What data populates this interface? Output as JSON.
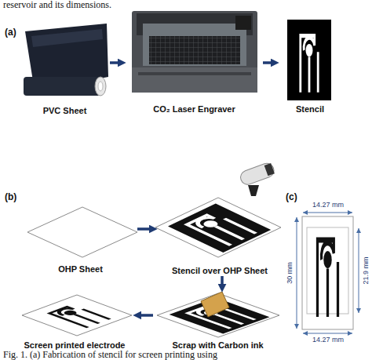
{
  "diagram": {
    "caption": "Fig. 1. (a) Fabrication of stencil for screen printing using",
    "nodes": [
      {
        "text": [
          "PVC Sheet"
        ]
      },
      {
        "text": [
          "CO₂ Laser Engraver"
        ]
      },
      {
        "text": [
          "Stencil"
        ]
      },
      {
        "text": [
          "OHP Sheet"
        ]
      },
      {
        "text": [
          "Stencil over OHP Sheet"
        ]
      },
      {
        "text": [
          "Scrap with Carbon ink"
        ]
      },
      {
        "text": [
          "Screen printed electrode"
        ]
      }
    ],
    "edges": [
      {
        "from": 0,
        "to": 1,
        "arrow": "to"
      },
      {
        "from": 1,
        "to": 2,
        "arrow": "to"
      },
      {
        "from": 3,
        "to": 4,
        "arrow": "to"
      },
      {
        "from": 4,
        "to": 5,
        "arrow": "to"
      },
      {
        "from": 5,
        "to": 6,
        "arrow": "to"
      }
    ],
    "labels": [
      "reservoir and its dimensions.",
      "(a)",
      "(b)",
      "(c)",
      "14.27 mm",
      "30 mm",
      "21.9 mm",
      "14.27 mm"
    ]
  }
}
